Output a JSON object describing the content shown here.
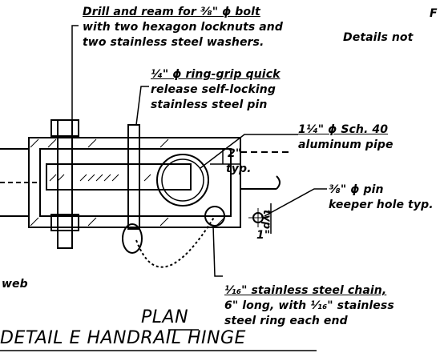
{
  "labels": {
    "drill_line1": "Drill and ream for ³⁄₈\" ϕ bolt",
    "drill_line2": "with two hexagon locknuts and",
    "drill_line3": "two stainless steel washers.",
    "pin_line1": "¹⁄₄\" ϕ ring-grip quick",
    "pin_line2": "release self-locking",
    "pin_line3": "stainless steel pin",
    "pipe_line1": "1¹⁄₄\" ϕ Sch. 40",
    "pipe_line2": "aluminum pipe",
    "dim_2": "2\"",
    "dim_typ": "typ.",
    "keeper_line1": "³⁄₈\" ϕ pin",
    "keeper_line2": "keeper hole typ.",
    "dim_1": "1\"",
    "dim_typ_vert": "typ",
    "chain_line1": "¹⁄₁₆\" stainless steel chain,",
    "chain_line2": "6\" long, with ¹⁄₁₆\" stainless",
    "chain_line3": "steel ring each end",
    "web": "web",
    "details_not": "Details not",
    "corner_letter": "F",
    "plan": "PLAN",
    "detail_title": "DETAIL E HANDRAIL HINGE"
  }
}
